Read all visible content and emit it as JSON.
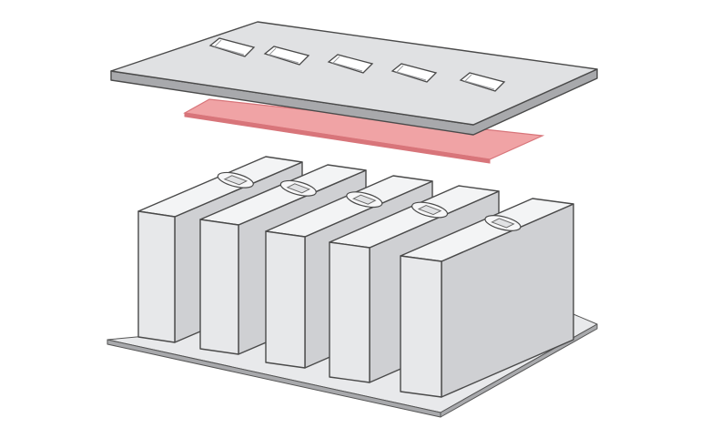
{
  "diagram": {
    "components": [
      {
        "id": "cover-plate",
        "terminal_openings": 5
      },
      {
        "id": "insulation-sheet"
      },
      {
        "id": "cell",
        "count": 5
      },
      {
        "id": "base-plate"
      }
    ]
  },
  "colors": {
    "background": "#ffffff",
    "outline": "#4a4a4a",
    "plate_top": "#e0e1e3",
    "plate_side": "#a8a9ac",
    "cell_front": "#e7e8ea",
    "cell_side": "#cfd0d3",
    "cell_top": "#f3f4f5",
    "insulation_sheet": "#f0a3a5",
    "insulation_outline": "#d8757a",
    "base_plate": "#e8e9eb"
  }
}
